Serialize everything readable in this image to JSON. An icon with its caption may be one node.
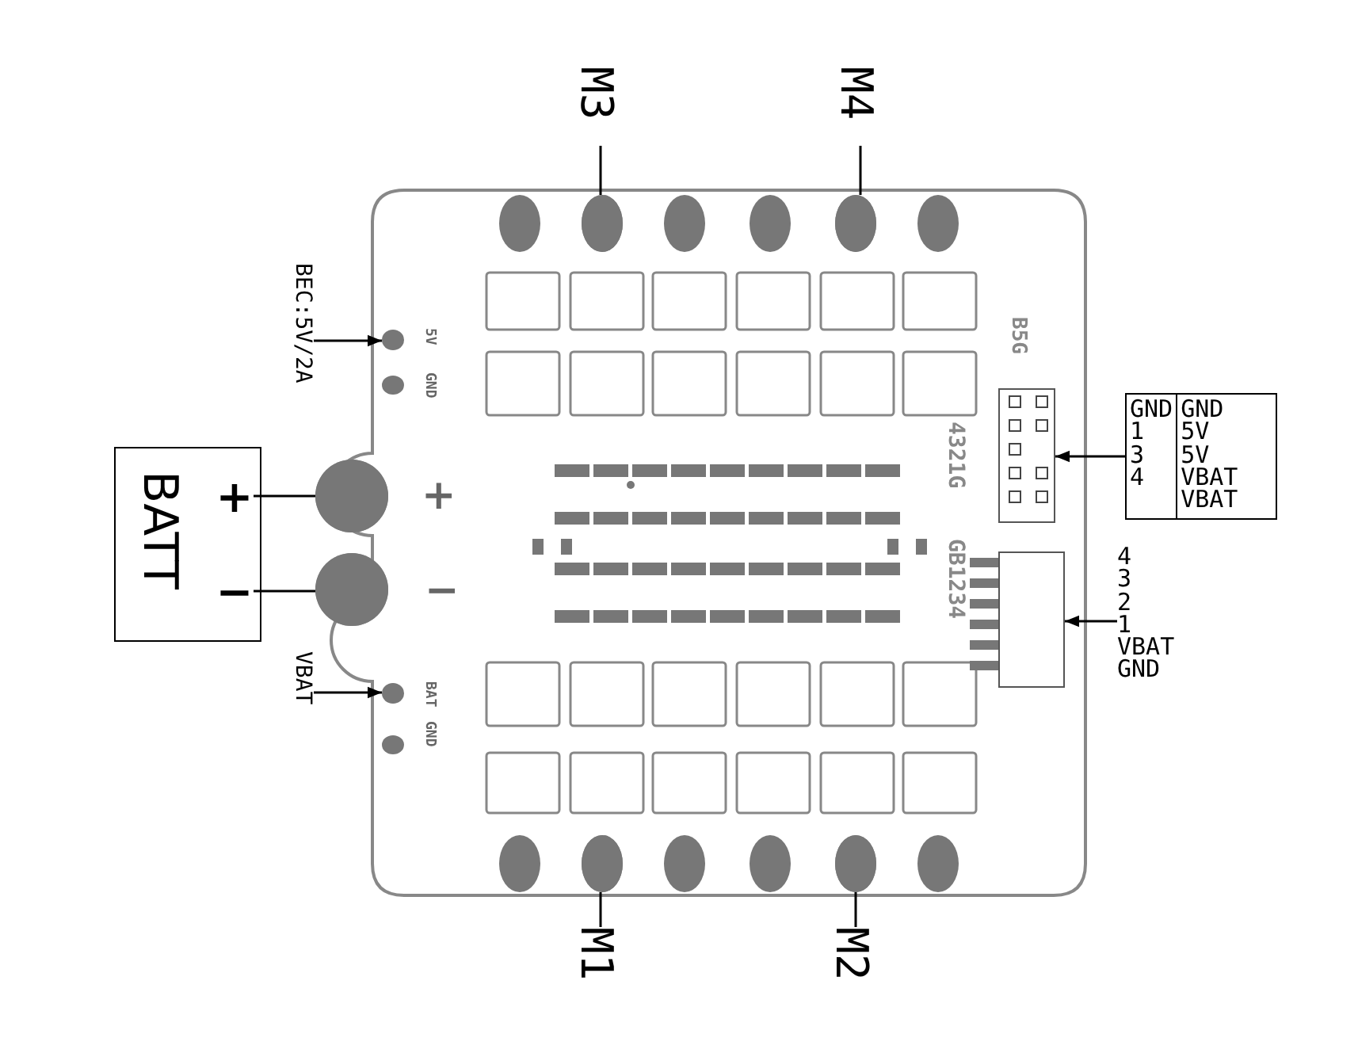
{
  "diagram": {
    "nodes": [
      {
        "text": [
          "M3"
        ]
      },
      {
        "text": [],
        "shape": "circle"
      },
      {
        "text": [
          "M4"
        ]
      },
      {
        "text": [],
        "shape": "circle"
      },
      {
        "text": [
          "M1"
        ]
      },
      {
        "text": [],
        "shape": "circle"
      },
      {
        "text": [
          "M2"
        ]
      },
      {
        "text": [],
        "shape": "circle"
      },
      {
        "text": [
          "BEC:5V/2A"
        ]
      },
      {
        "text": [],
        "shape": "circle"
      },
      {
        "text": [
          "VBAT"
        ]
      },
      {
        "text": [],
        "shape": "circle"
      },
      {
        "text": [
          "BATT"
        ]
      },
      {
        "text": [
          "+"
        ],
        "in": 12
      },
      {
        "text": [
          "−"
        ],
        "in": 12
      },
      {
        "text": [],
        "shape": "circle"
      },
      {
        "text": [],
        "shape": "circle"
      },
      {
        "text": [
          "GND 1 3 4",
          "GND 5V 5V VBAT VBAT"
        ]
      },
      {
        "text": [],
        "shape": "box"
      },
      {
        "text": [
          "4 3 2 1 VBAT GND"
        ]
      },
      {
        "text": [],
        "shape": "box"
      }
    ],
    "edges": [
      {
        "from": 0,
        "to": 1,
        "arrow": "none"
      },
      {
        "from": 2,
        "to": 3,
        "arrow": "none"
      },
      {
        "from": 4,
        "to": 5,
        "arrow": "none"
      },
      {
        "from": 6,
        "to": 7,
        "arrow": "none"
      },
      {
        "from": 8,
        "to": 9,
        "arrow": "to"
      },
      {
        "from": 10,
        "to": 11,
        "arrow": "to"
      },
      {
        "from": 13,
        "to": 15,
        "arrow": "none"
      },
      {
        "from": 14,
        "to": 16,
        "arrow": "none"
      },
      {
        "from": 17,
        "to": 18,
        "arrow": "to"
      },
      {
        "from": 19,
        "to": 20,
        "arrow": "to"
      }
    ],
    "labels": [
      "5V",
      "GND",
      "BAT",
      "GND",
      "+",
      "−",
      "B5G",
      "4321G",
      "GB1234"
    ]
  }
}
